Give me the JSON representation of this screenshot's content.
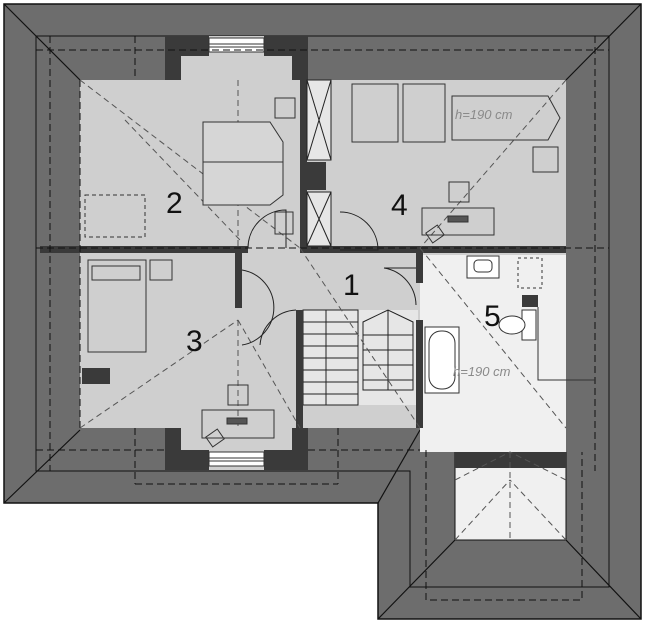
{
  "plan": {
    "rooms": [
      {
        "number": "1",
        "color": "#cfcfcf"
      },
      {
        "number": "2",
        "color": "#cfcfcf"
      },
      {
        "number": "3",
        "color": "#cfcfcf"
      },
      {
        "number": "4",
        "color": "#cfcfcf"
      },
      {
        "number": "5",
        "color": "#f0f0f0"
      }
    ],
    "notes": {
      "height_room4": "h=190 cm",
      "height_bath": "h=190 cm"
    },
    "colors": {
      "roof": "#6d6d6d",
      "wall": "#3a3a3a",
      "floor_gray": "#cfcfcf",
      "floor_light": "#f0f0f0"
    }
  }
}
